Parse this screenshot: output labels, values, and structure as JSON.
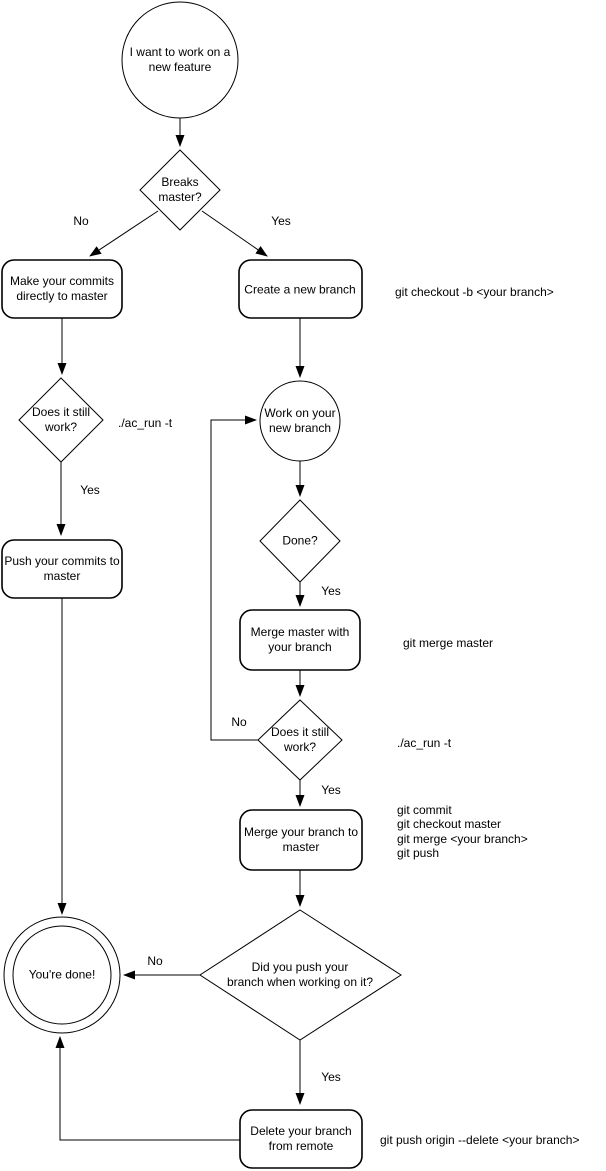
{
  "diagram": {
    "nodes": {
      "start": [
        "I want to work on a",
        "new feature"
      ],
      "breaks_master": [
        "Breaks",
        "master?"
      ],
      "make_commits": [
        "Make your commits",
        "directly to master"
      ],
      "create_branch": [
        "Create a new branch"
      ],
      "still_work_left": [
        "Does it still",
        "work?"
      ],
      "work_branch": [
        "Work on your",
        "new branch"
      ],
      "done": [
        "Done?"
      ],
      "push_commits": [
        "Push your commits to",
        "master"
      ],
      "merge_master": [
        "Merge master with",
        "your branch"
      ],
      "still_work_right": [
        "Does it still",
        "work?"
      ],
      "merge_branch": [
        "Merge your branch to",
        "master"
      ],
      "did_push": [
        "Did you push your",
        "branch when working on it?"
      ],
      "youre_done": [
        "You're done!"
      ],
      "delete_branch": [
        "Delete your branch",
        "from remote"
      ]
    },
    "edge_labels": {
      "breaks_no": "No",
      "breaks_yes": "Yes",
      "still_left_yes": "Yes",
      "done_yes": "Yes",
      "still_right_no": "No",
      "still_right_yes": "Yes",
      "did_push_no": "No",
      "did_push_yes": "Yes"
    },
    "annotations": {
      "checkout_branch": "git checkout -b <your branch>",
      "ac_run_left": "./ac_run -t",
      "merge_master_cmd": "git merge master",
      "ac_run_right": "./ac_run -t",
      "merge_push_cmds": [
        "git commit",
        "git checkout master",
        "git merge <your branch>",
        "git push"
      ],
      "delete_remote_cmd": "git push origin --delete <your branch>"
    },
    "colors": {
      "stroke": "#000000",
      "fill": "#ffffff",
      "text": "#000000"
    }
  }
}
